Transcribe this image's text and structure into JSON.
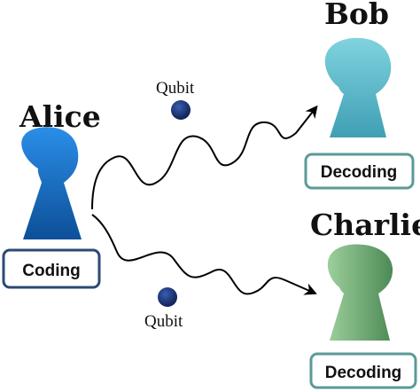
{
  "parties": {
    "alice": {
      "name": "Alice",
      "action": "Coding"
    },
    "bob": {
      "name": "Bob",
      "action": "Decoding"
    },
    "charlie": {
      "name": "Charlie",
      "action": "Decoding"
    }
  },
  "qubits": {
    "top": {
      "label": "Qubit"
    },
    "bottom": {
      "label": "Qubit"
    }
  },
  "colors": {
    "alice": "#1a6fc4",
    "bob": "#4bb5c4",
    "charlie": "#6a9e6a",
    "qubit": "#142a66",
    "box_border_alice": "#2c4a74",
    "box_border_receivers": "#5a9a98"
  }
}
